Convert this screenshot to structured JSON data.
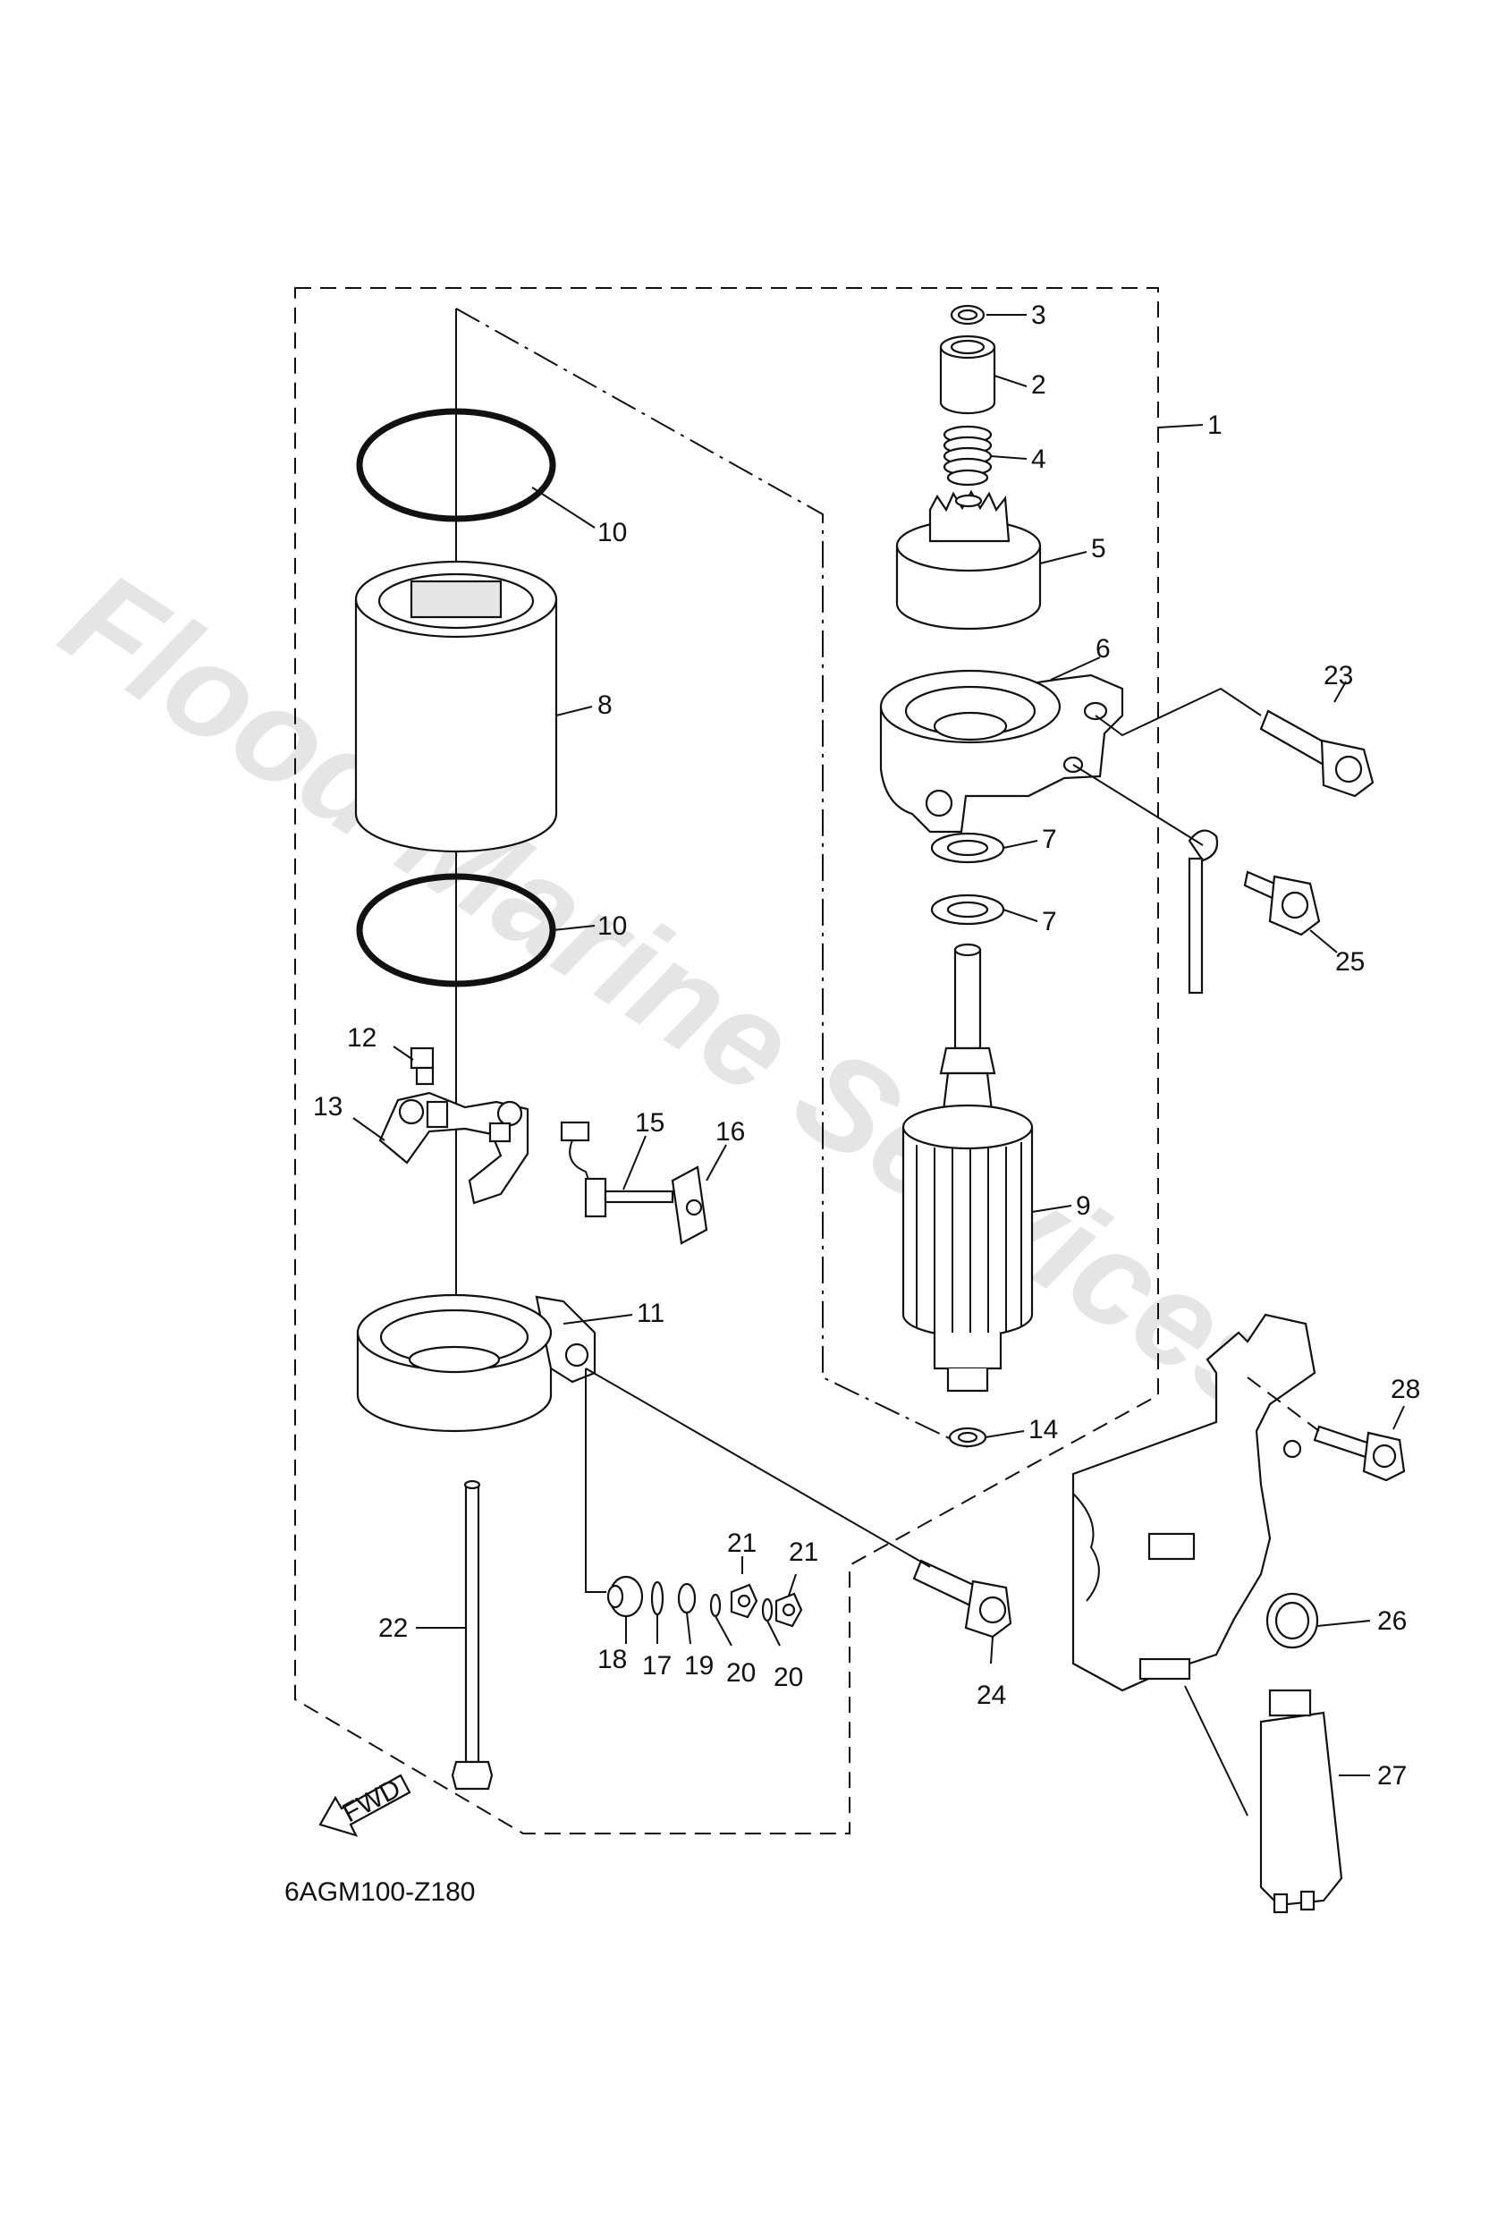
{
  "diagram_code": "6AGM100-Z180",
  "watermark": "Flood Marine Services",
  "fwd_label": "FWD",
  "callouts": {
    "c1": "1",
    "c2": "2",
    "c3": "3",
    "c4": "4",
    "c5": "5",
    "c6": "6",
    "c7a": "7",
    "c7b": "7",
    "c8": "8",
    "c9": "9",
    "c10a": "10",
    "c10b": "10",
    "c11": "11",
    "c12": "12",
    "c13": "13",
    "c14": "14",
    "c15": "15",
    "c16": "16",
    "c17": "17",
    "c18": "18",
    "c19": "19",
    "c20a": "20",
    "c20b": "20",
    "c21a": "21",
    "c21b": "21",
    "c22": "22",
    "c23": "23",
    "c24": "24",
    "c25": "25",
    "c26": "26",
    "c27": "27",
    "c28": "28"
  }
}
